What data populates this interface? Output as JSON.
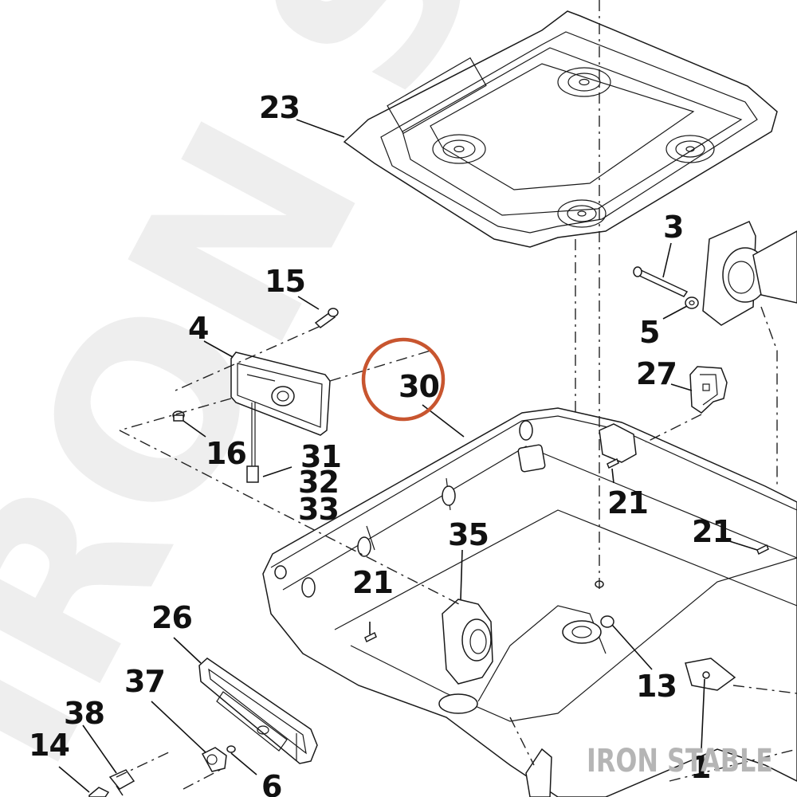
{
  "watermark": {
    "text": "IRON ST",
    "brand_label": "IRON STABLE"
  },
  "highlight": {
    "part": "30",
    "color": "#c8552f"
  },
  "callouts": {
    "p23": "23",
    "p3": "3",
    "p5": "5",
    "p15": "15",
    "p4": "4",
    "p27": "27",
    "p30": "30",
    "p16": "16",
    "p31": "31",
    "p32": "32",
    "p33": "33",
    "p21a": "21",
    "p21b": "21",
    "p35": "35",
    "p21c": "21",
    "p26": "26",
    "p13": "13",
    "p37": "37",
    "p38": "38",
    "p14": "14",
    "p6": "6",
    "p1": "1"
  }
}
